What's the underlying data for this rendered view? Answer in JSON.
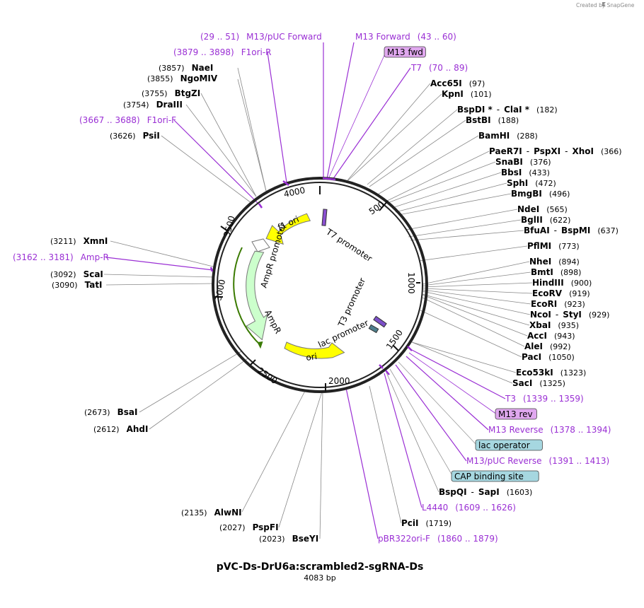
{
  "credit": "Created by SnapGene",
  "title": "pVC-Ds-DrU6a:scrambled2-sgRNA-Ds",
  "subtitle": "4083 bp",
  "colors": {
    "primer": "#9a2fd4",
    "arrow_feature": "#ffff00",
    "ampr": "#ccffcc",
    "label_pink": "#e0a8ef",
    "label_blue": "#a6d7e0"
  },
  "ticks": [
    "500",
    "1000",
    "1500",
    "2000",
    "2500",
    "3000",
    "3500",
    "4000"
  ],
  "features": {
    "f1ori": "f1 ori",
    "t7": "T7 promoter",
    "ampr_promoter": "AmpR promoter",
    "ampr": "AmpR",
    "t3": "T3 promoter",
    "lac": "lac promoter",
    "ori": "ori"
  },
  "labels": [
    {
      "id": "m13puc-fwd",
      "kind": "primer",
      "parts": [
        "(29 .. 51)",
        "M13/pUC Forward"
      ]
    },
    {
      "id": "m13-fwd-primer",
      "kind": "primer",
      "parts": [
        "M13 Forward",
        "(43 .. 60)"
      ]
    },
    {
      "id": "m13-fwd-box",
      "kind": "box",
      "parts": [
        "M13 fwd"
      ]
    },
    {
      "id": "t7-primer",
      "kind": "primer",
      "parts": [
        "T7",
        "(70 .. 89)"
      ]
    },
    {
      "id": "f1ori-r",
      "kind": "primer",
      "parts": [
        "(3879 .. 3898)",
        "F1ori-R"
      ]
    },
    {
      "id": "nael",
      "kind": "site",
      "parts": [
        "(3857)",
        "NaeI"
      ]
    },
    {
      "id": "ngomiv",
      "kind": "site",
      "parts": [
        "(3855)",
        "NgoMIV"
      ]
    },
    {
      "id": "btgzi",
      "kind": "site",
      "parts": [
        "(3755)",
        "BtgZI"
      ]
    },
    {
      "id": "draiii",
      "kind": "site",
      "parts": [
        "(3754)",
        "DraIII"
      ]
    },
    {
      "id": "f1ori-f",
      "kind": "primer",
      "parts": [
        "(3667 .. 3688)",
        "F1ori-F"
      ]
    },
    {
      "id": "psii",
      "kind": "site",
      "parts": [
        "(3626)",
        "PsiI"
      ]
    },
    {
      "id": "xmni",
      "kind": "site",
      "parts": [
        "(3211)",
        "XmnI"
      ]
    },
    {
      "id": "amp-r",
      "kind": "primer",
      "parts": [
        "(3162 .. 3181)",
        "Amp-R"
      ]
    },
    {
      "id": "scai",
      "kind": "site",
      "parts": [
        "(3092)",
        "ScaI"
      ]
    },
    {
      "id": "tati",
      "kind": "site",
      "parts": [
        "(3090)",
        "TatI"
      ]
    },
    {
      "id": "bsai",
      "kind": "site",
      "parts": [
        "(2673)",
        "BsaI"
      ]
    },
    {
      "id": "ahdi",
      "kind": "site",
      "parts": [
        "(2612)",
        "AhdI"
      ]
    },
    {
      "id": "alwni",
      "kind": "site",
      "parts": [
        "(2135)",
        "AlwNI"
      ]
    },
    {
      "id": "pspfi",
      "kind": "site",
      "parts": [
        "(2027)",
        "PspFI"
      ]
    },
    {
      "id": "bseyi",
      "kind": "site",
      "parts": [
        "(2023)",
        "BseYI"
      ]
    },
    {
      "id": "pbr322ori-f",
      "kind": "primer",
      "parts": [
        "pBR322ori-F",
        "(1860 .. 1879)"
      ]
    },
    {
      "id": "pcii",
      "kind": "site",
      "parts": [
        "PciI",
        "(1719)"
      ]
    },
    {
      "id": "l4440",
      "kind": "primer",
      "parts": [
        "L4440",
        "(1609 .. 1626)"
      ]
    },
    {
      "id": "bspqi-sapi",
      "kind": "site",
      "parts": [
        "BspQI",
        "-",
        "SapI",
        "(1603)"
      ]
    },
    {
      "id": "cap-binding",
      "kind": "box",
      "parts": [
        "CAP binding site"
      ]
    },
    {
      "id": "m13puc-rev",
      "kind": "primer",
      "parts": [
        "M13/pUC Reverse",
        "(1391 .. 1413)"
      ]
    },
    {
      "id": "lac-operator",
      "kind": "box",
      "parts": [
        "lac operator"
      ]
    },
    {
      "id": "m13-reverse",
      "kind": "primer",
      "parts": [
        "M13 Reverse",
        "(1378 .. 1394)"
      ]
    },
    {
      "id": "m13-rev-box",
      "kind": "box",
      "parts": [
        "M13 rev"
      ]
    },
    {
      "id": "t3-primer",
      "kind": "primer",
      "parts": [
        "T3",
        "(1339 .. 1359)"
      ]
    },
    {
      "id": "saci",
      "kind": "site",
      "parts": [
        "SacI",
        "(1325)"
      ]
    },
    {
      "id": "eco53ki",
      "kind": "site",
      "parts": [
        "Eco53kI",
        "(1323)"
      ]
    },
    {
      "id": "paci",
      "kind": "site",
      "parts": [
        "PacI",
        "(1050)"
      ]
    },
    {
      "id": "alei",
      "kind": "site",
      "parts": [
        "AleI",
        "(992)"
      ]
    },
    {
      "id": "acci",
      "kind": "site",
      "parts": [
        "AccI",
        "(943)"
      ]
    },
    {
      "id": "xbai",
      "kind": "site",
      "parts": [
        "XbaI",
        "(935)"
      ]
    },
    {
      "id": "ncoi-styi",
      "kind": "site",
      "parts": [
        "NcoI",
        "-",
        "StyI",
        "(929)"
      ]
    },
    {
      "id": "ecori",
      "kind": "site",
      "parts": [
        "EcoRI",
        "(923)"
      ]
    },
    {
      "id": "ecorv",
      "kind": "site",
      "parts": [
        "EcoRV",
        "(919)"
      ]
    },
    {
      "id": "hindiii",
      "kind": "site",
      "parts": [
        "HindIII",
        "(900)"
      ]
    },
    {
      "id": "bmti",
      "kind": "site",
      "parts": [
        "BmtI",
        "(898)"
      ]
    },
    {
      "id": "nhei",
      "kind": "site",
      "parts": [
        "NheI",
        "(894)"
      ]
    },
    {
      "id": "pflmi",
      "kind": "site",
      "parts": [
        "PflMI",
        "(773)"
      ]
    },
    {
      "id": "bfuai-bspmi",
      "kind": "site",
      "parts": [
        "BfuAI",
        "-",
        "BspMI",
        "(637)"
      ]
    },
    {
      "id": "bglii",
      "kind": "site",
      "parts": [
        "BglII",
        "(622)"
      ]
    },
    {
      "id": "ndei",
      "kind": "site",
      "parts": [
        "NdeI",
        "(565)"
      ]
    },
    {
      "id": "bmgbi",
      "kind": "site",
      "parts": [
        "BmgBI",
        "(496)"
      ]
    },
    {
      "id": "sphi",
      "kind": "site",
      "parts": [
        "SphI",
        "(472)"
      ]
    },
    {
      "id": "bbsi",
      "kind": "site",
      "parts": [
        "BbsI",
        "(433)"
      ]
    },
    {
      "id": "snabi",
      "kind": "site",
      "parts": [
        "SnaBI",
        "(376)"
      ]
    },
    {
      "id": "paer7i-group",
      "kind": "site",
      "parts": [
        "PaeR7I",
        "-",
        "PspXI",
        "-",
        "XhoI",
        "(366)"
      ]
    },
    {
      "id": "bamhi",
      "kind": "site",
      "parts": [
        "BamHI",
        "(288)"
      ]
    },
    {
      "id": "bstbi",
      "kind": "site",
      "parts": [
        "BstBI",
        "(188)"
      ]
    },
    {
      "id": "bspdi-clai",
      "kind": "site",
      "parts": [
        "BspDI *",
        "-",
        "ClaI *",
        "(182)"
      ]
    },
    {
      "id": "kpni",
      "kind": "site",
      "parts": [
        "KpnI",
        "(101)"
      ]
    },
    {
      "id": "acc65i",
      "kind": "site",
      "parts": [
        "Acc65I",
        "(97)"
      ]
    }
  ]
}
